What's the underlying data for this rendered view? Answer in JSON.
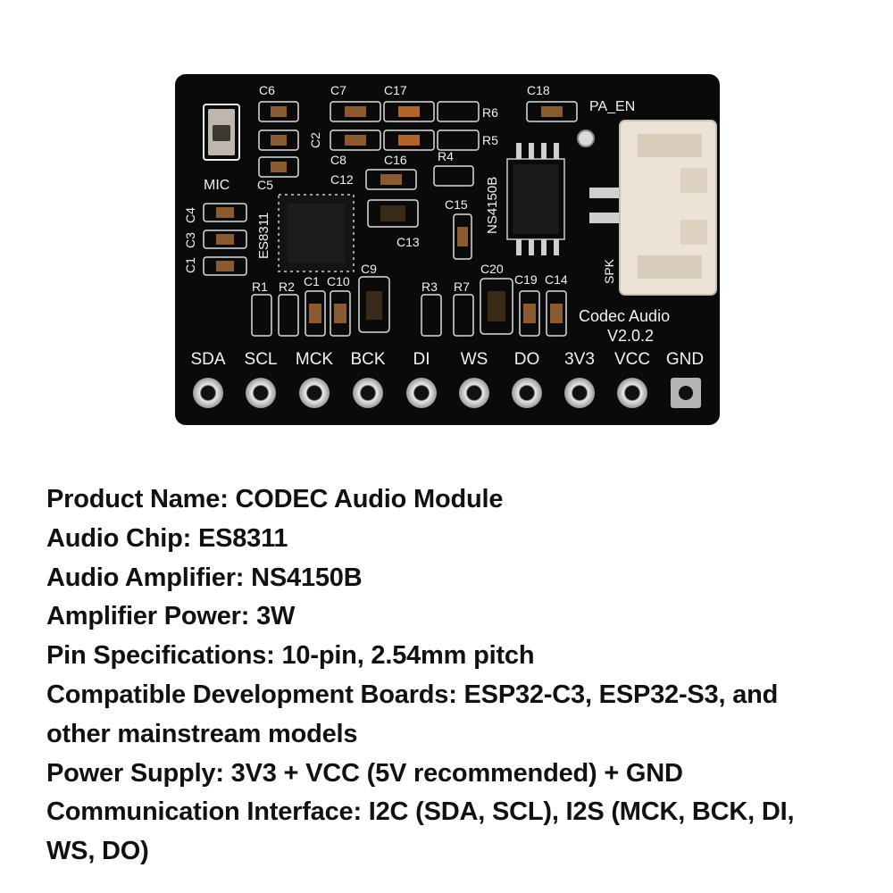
{
  "board": {
    "components": {
      "mic": "MIC",
      "codec_chip": "ES8311",
      "amp_chip": "NS4150B",
      "amp_enable": "PA_EN",
      "speaker": "SPK",
      "capacitors": {
        "c1": "C1",
        "c2": "C2",
        "c3": "C3",
        "c4": "C4",
        "c5": "C5",
        "c6": "C6",
        "c7": "C7",
        "c8": "C8",
        "c9": "C9",
        "c10": "C10",
        "c11": "C1",
        "c12": "C12",
        "c13": "C13",
        "c14": "C14",
        "c15": "C15",
        "c16": "C16",
        "c17": "C17",
        "c18": "C18",
        "c19": "C19",
        "c20": "C20"
      },
      "resistors": {
        "r1": "R1",
        "r2": "R2",
        "r3": "R3",
        "r4": "R4",
        "r5": "R5",
        "r6": "R6",
        "r7": "R7"
      }
    },
    "title": "Codec Audio",
    "version": "V2.0.2",
    "pins": [
      "SDA",
      "SCL",
      "MCK",
      "BCK",
      "DI",
      "WS",
      "DO",
      "3V3",
      "VCC",
      "GND"
    ]
  },
  "specs": [
    "Product Name: CODEC Audio Module",
    "Audio Chip: ES8311",
    "Audio Amplifier: NS4150B",
    "Amplifier Power: 3W",
    "Pin Specifications: 10-pin, 2.54mm pitch",
    "Compatible Development Boards: ESP32-C3, ESP32-S3, and",
    "other mainstream models",
    "Power Supply: 3V3 + VCC (5V recommended) + GND",
    "Communication Interface: I2C (SDA, SCL), I2S (MCK, BCK, DI,",
    "WS, DO)"
  ],
  "colors": {
    "pcb": "#0a0a0a",
    "silkscreen": "#f2f2f2",
    "connector": "#ece3d6",
    "pad": "#c9c9c9"
  }
}
